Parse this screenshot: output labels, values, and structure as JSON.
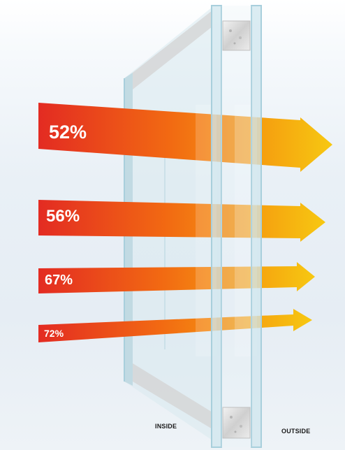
{
  "arrows": [
    {
      "label": "52%",
      "value": 52
    },
    {
      "label": "56%",
      "value": 56
    },
    {
      "label": "67%",
      "value": 67
    },
    {
      "label": "72%",
      "value": 72
    }
  ],
  "labels": {
    "inside": "INSIDE",
    "outside": "OUTSIDE"
  },
  "colors": {
    "arrow_start": "#e32b22",
    "arrow_mid": "#f26a12",
    "arrow_end": "#f7c811",
    "glass_edge": "#a8cfdc",
    "glass_fill": "#dceef3"
  }
}
